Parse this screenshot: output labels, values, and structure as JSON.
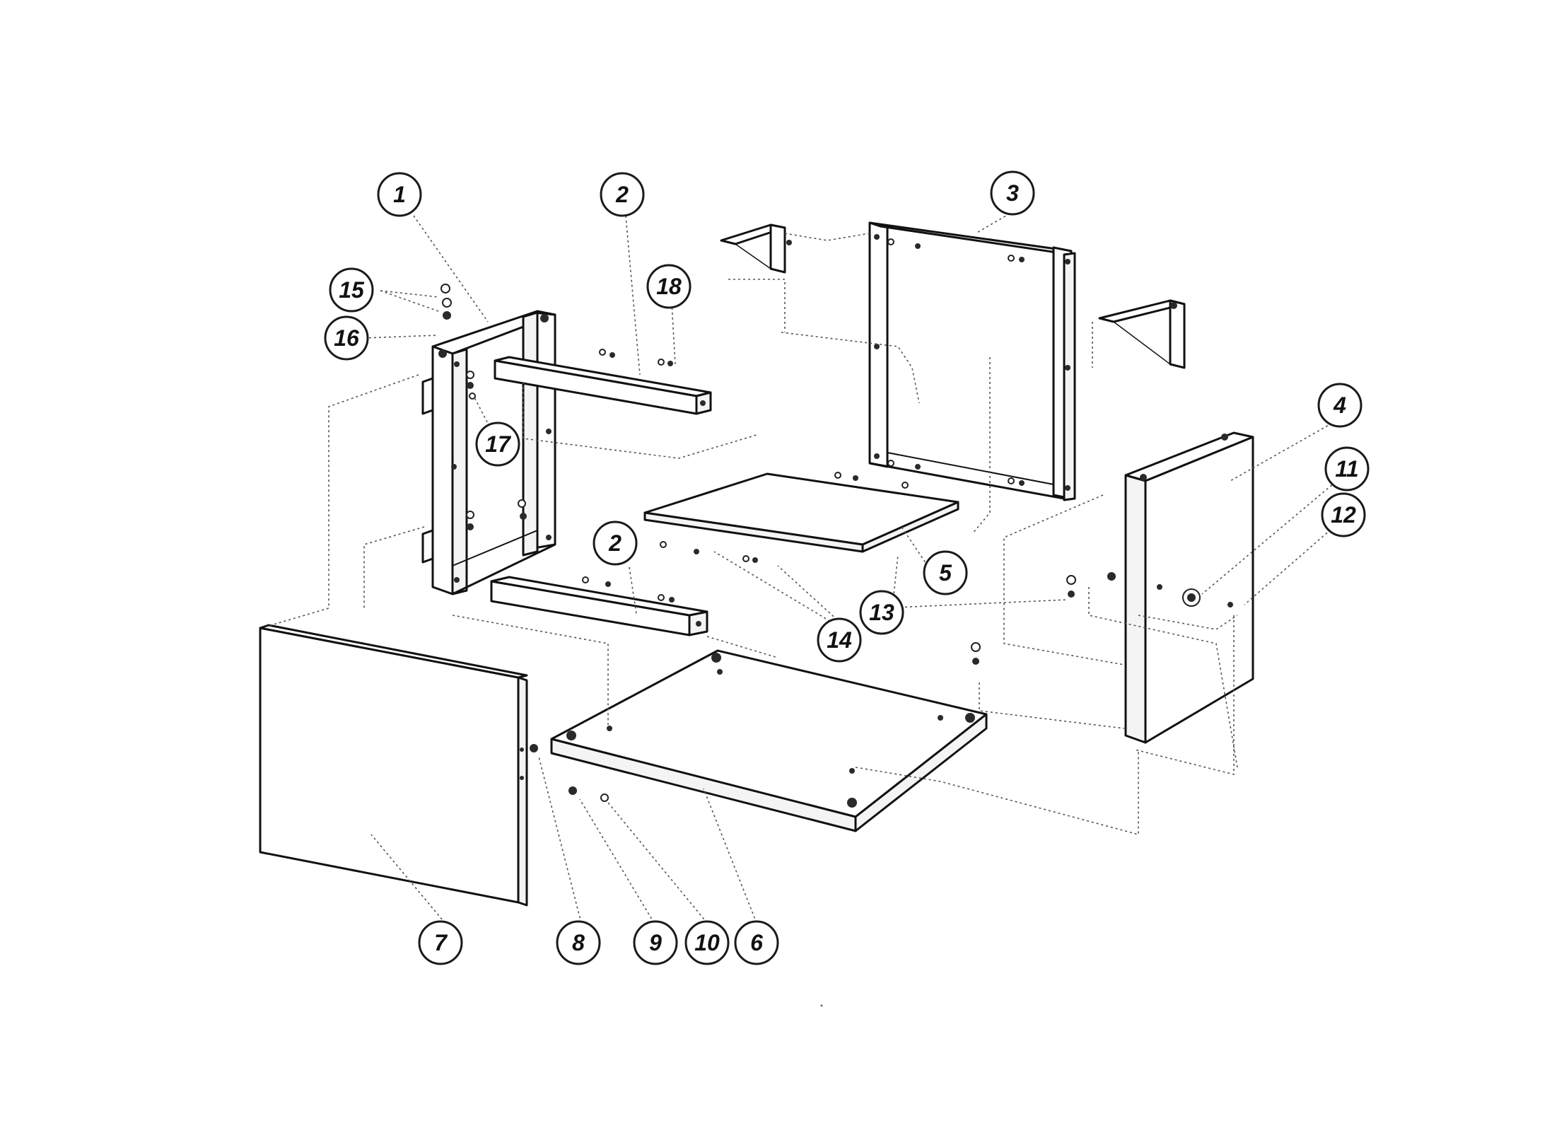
{
  "callouts": [
    {
      "id": "1",
      "label": "1"
    },
    {
      "id": "2a",
      "label": "2"
    },
    {
      "id": "3",
      "label": "3"
    },
    {
      "id": "18",
      "label": "18"
    },
    {
      "id": "15",
      "label": "15"
    },
    {
      "id": "16",
      "label": "16"
    },
    {
      "id": "17",
      "label": "17"
    },
    {
      "id": "4",
      "label": "4"
    },
    {
      "id": "11",
      "label": "11"
    },
    {
      "id": "12",
      "label": "12"
    },
    {
      "id": "2b",
      "label": "2"
    },
    {
      "id": "5",
      "label": "5"
    },
    {
      "id": "13",
      "label": "13"
    },
    {
      "id": "14",
      "label": "14"
    },
    {
      "id": "7",
      "label": "7"
    },
    {
      "id": "8",
      "label": "8"
    },
    {
      "id": "9",
      "label": "9"
    },
    {
      "id": "10",
      "label": "10"
    },
    {
      "id": "6",
      "label": "6"
    }
  ],
  "colors": {
    "line": "#111111",
    "background": "#ffffff"
  }
}
